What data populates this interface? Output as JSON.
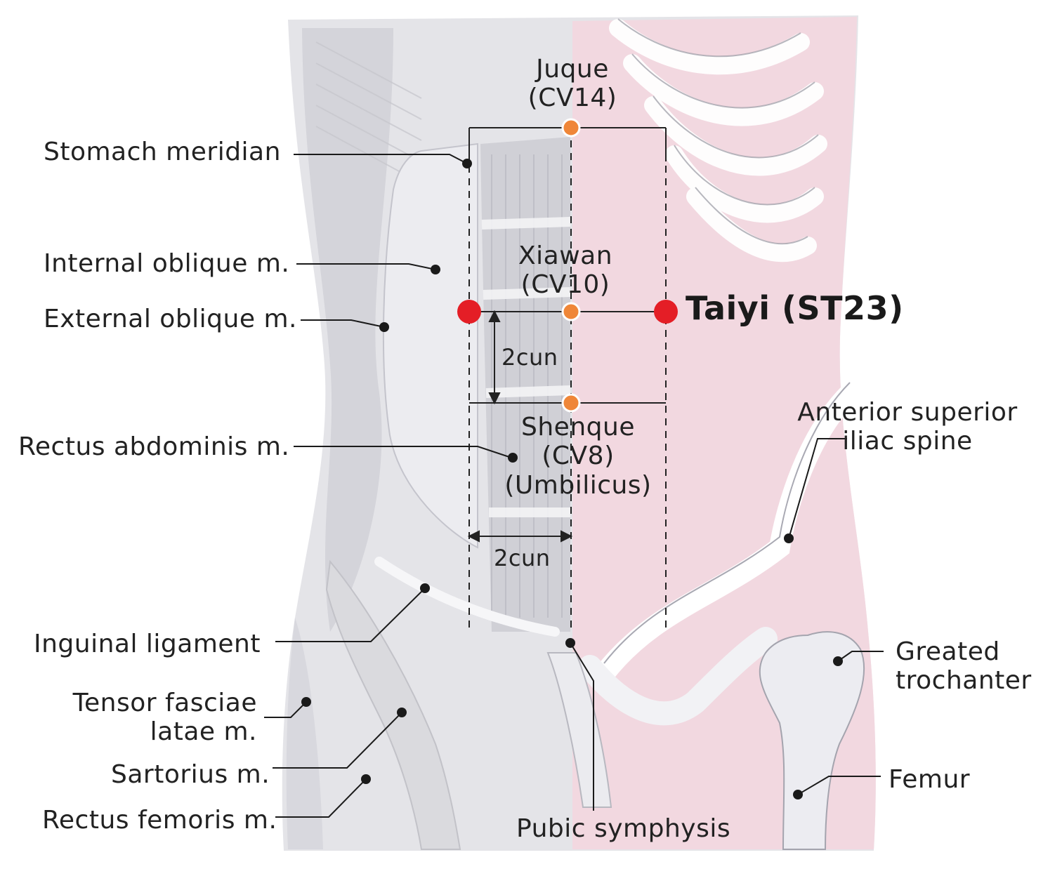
{
  "colors": {
    "acupoint_primary": "#e41e26",
    "acupoint_reference": "#ef8638",
    "pink_region": "#f5d3dc",
    "tissue": "#e2e2e6",
    "leader": "#1a1a1a"
  },
  "points": {
    "taiyi": "Taiyi (ST23)",
    "juque": {
      "name": "Juque",
      "code": "(CV14)"
    },
    "xiawan": {
      "name": "Xiawan",
      "code": "(CV10)"
    },
    "shenque": {
      "name": "Shenque",
      "code": "(CV8)",
      "note": "(Umbilicus)"
    }
  },
  "measurements": {
    "vertical": "2cun",
    "horizontal": "2cun"
  },
  "labels_left": {
    "stomach_meridian": "Stomach meridian",
    "internal_oblique": "Internal oblique m.",
    "external_oblique": "External oblique m.",
    "rectus_abdominis": "Rectus abdominis m.",
    "inguinal_ligament": "Inguinal ligament",
    "tensor_line1": "Tensor fasciae",
    "tensor_line2": "latae m.",
    "sartorius": "Sartorius m.",
    "rectus_femoris": "Rectus femoris m."
  },
  "labels_right": {
    "asis_line1": "Anterior superior",
    "asis_line2": "iliac spine",
    "trochanter_line1": "Greated",
    "trochanter_line2": "trochanter",
    "femur": "Femur"
  },
  "labels_bottom": {
    "pubic_symphysis": "Pubic symphysis"
  }
}
